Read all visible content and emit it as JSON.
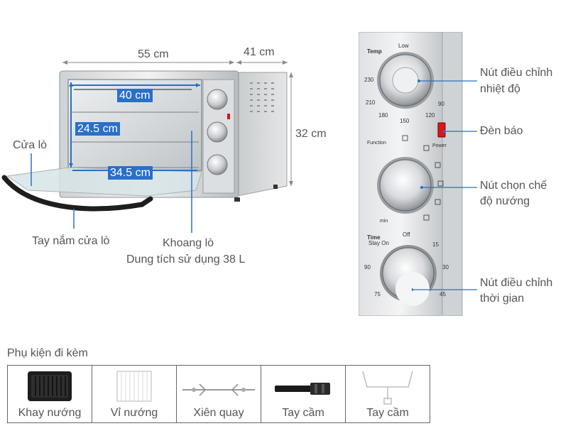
{
  "oven": {
    "dimensions": {
      "width": "55 cm",
      "depth": "41 cm",
      "height": "32 cm"
    },
    "interior": {
      "width": "40 cm",
      "height": "24.5 cm",
      "depth": "34.5 cm"
    },
    "labels": {
      "door": "Cửa lò",
      "handle": "Tay nắm cửa lò",
      "cavity": "Khoang lò",
      "capacity": "Dung tích sử dụng 38 L"
    }
  },
  "panel": {
    "temp_knob": {
      "title": "Temp",
      "ticks": [
        "Low",
        "230",
        "210",
        "180",
        "150",
        "120",
        "90"
      ],
      "callout_line1": "Nút điều chỉnh",
      "callout_line2": "nhiệt độ"
    },
    "power_light": {
      "label": "Power",
      "callout": "Đèn báo"
    },
    "function_knob": {
      "title": "Function",
      "callout_line1": "Nút chọn chế",
      "callout_line2": "độ nướng"
    },
    "time_knob": {
      "title": "Time",
      "unit": "min",
      "ticks": [
        "Off",
        "Stay On",
        "15",
        "30",
        "45",
        "75",
        "90"
      ],
      "callout_line1": "Nút điều chỉnh",
      "callout_line2": "thời gian"
    }
  },
  "accessories": {
    "title": "Phụ kiện đi kèm",
    "items": [
      {
        "label": "Khay nướng",
        "icon": "baking-tray-icon"
      },
      {
        "label": "Vỉ nướng",
        "icon": "grill-rack-icon"
      },
      {
        "label": "Xiên quay",
        "icon": "rotisserie-spit-icon"
      },
      {
        "label": "Tay cầm",
        "icon": "tray-handle-icon"
      },
      {
        "label": "Tay cầm",
        "icon": "rotisserie-handle-icon"
      }
    ]
  },
  "colors": {
    "dimension_blue": "#2a6fc9",
    "callout_line": "#2a6fc9",
    "indicator_red": "#d8161b"
  }
}
